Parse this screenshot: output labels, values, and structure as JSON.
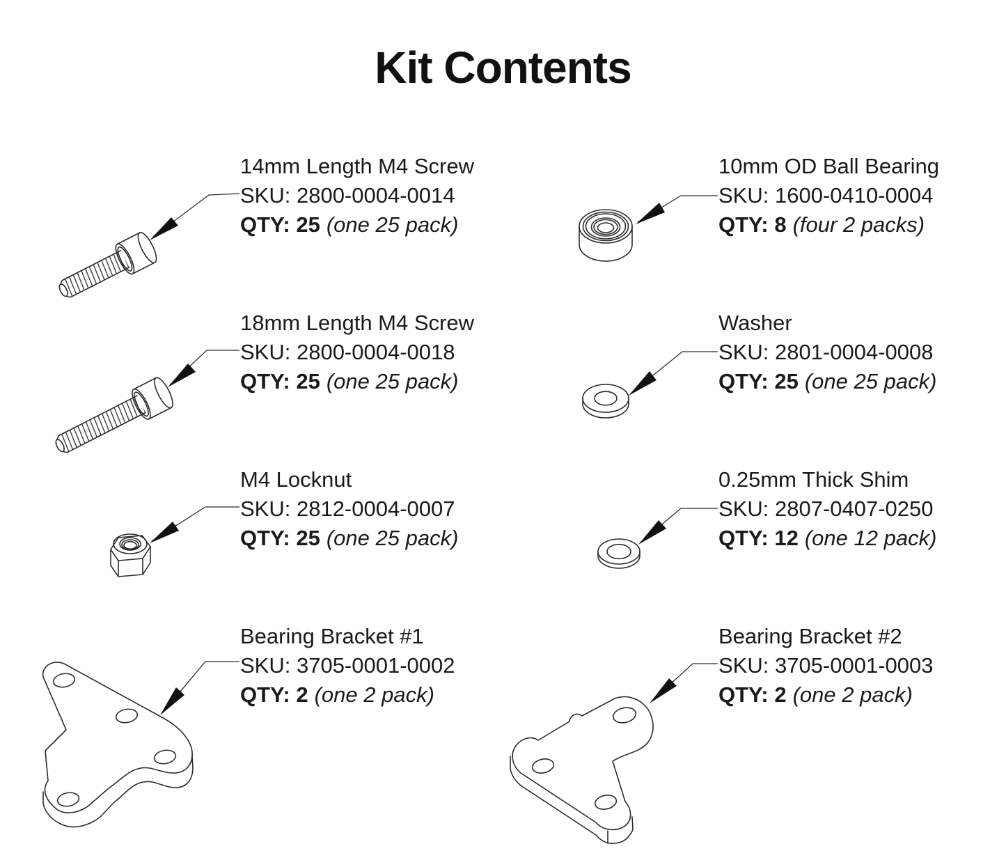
{
  "title": "Kit Contents",
  "items": [
    {
      "name": "14mm Length M4 Screw",
      "sku": "SKU: 2800-0004-0014",
      "qty": "QTY: 25",
      "note": "(one 25 pack)"
    },
    {
      "name": "10mm OD Ball Bearing",
      "sku": "SKU: 1600-0410-0004",
      "qty": "QTY: 8",
      "note": "(four 2 packs)"
    },
    {
      "name": "18mm Length M4 Screw",
      "sku": "SKU: 2800-0004-0018",
      "qty": "QTY: 25",
      "note": "(one 25 pack)"
    },
    {
      "name": "Washer",
      "sku": "SKU: 2801-0004-0008",
      "qty": "QTY: 25",
      "note": "(one 25 pack)"
    },
    {
      "name": "M4 Locknut",
      "sku": "SKU: 2812-0004-0007",
      "qty": "QTY: 25",
      "note": "(one 25 pack)"
    },
    {
      "name": "0.25mm Thick Shim",
      "sku": "SKU: 2807-0407-0250",
      "qty": "QTY: 12",
      "note": "(one 12 pack)"
    },
    {
      "name": "Bearing Bracket #1",
      "sku": "SKU: 3705-0001-0002",
      "qty": "QTY: 2",
      "note": "(one 2 pack)"
    },
    {
      "name": "Bearing Bracket #2",
      "sku": "SKU: 3705-0001-0003",
      "qty": "QTY: 2",
      "note": "(one 2 pack)"
    }
  ],
  "colors": {
    "background": "#ffffff",
    "text": "#1a1a1a",
    "line": "#2b2b2b",
    "arrow": "#111111"
  }
}
